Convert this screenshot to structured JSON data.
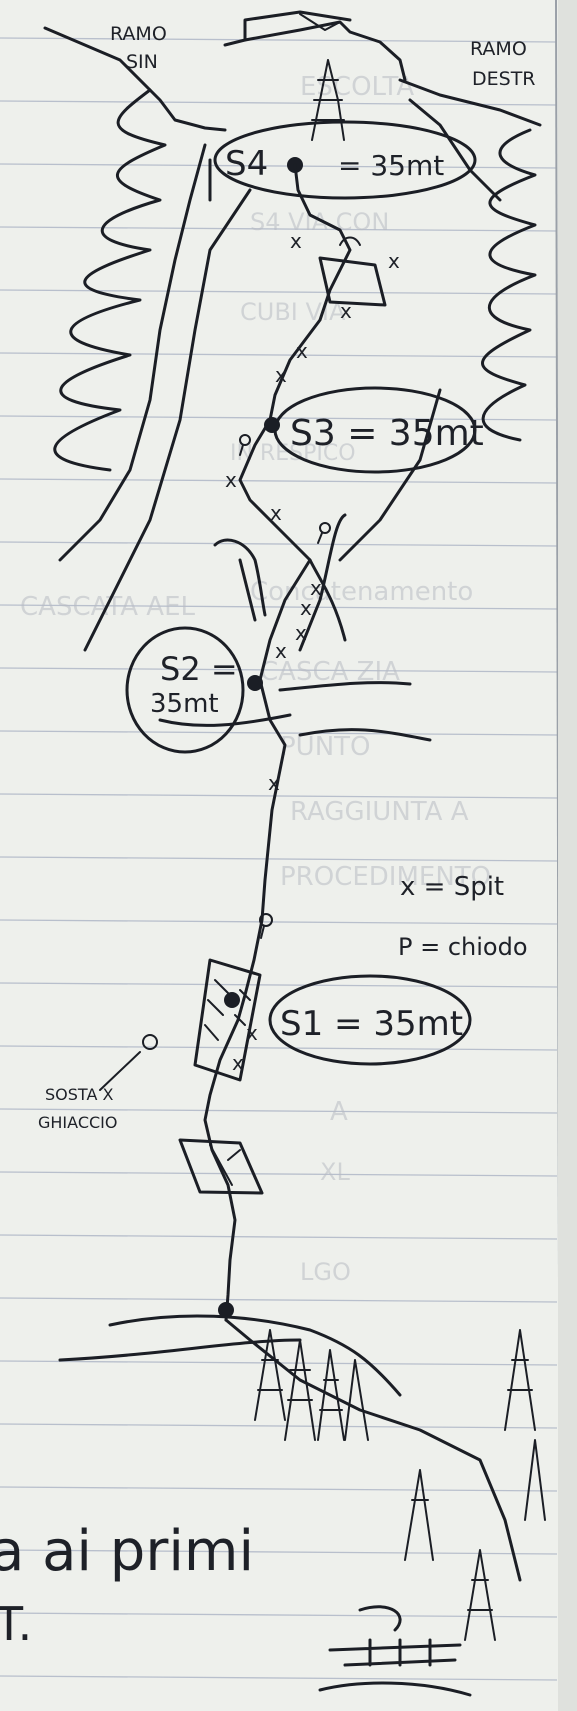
{
  "labels": {
    "ramo_sinistro": [
      "RAMO",
      "SIN"
    ],
    "ramo_destro": [
      "RAMO",
      "DESTR"
    ],
    "s4": "S4",
    "s4_length": "= 35mt",
    "s3": "S3 = 35mt",
    "s2": "S2 =",
    "s2_length": "35mt",
    "s1": "S1 = 35mt",
    "ice_belay": [
      "SOSTA X",
      "GHIACCIO"
    ],
    "legend_spit": "x = Spit",
    "legend_chiodo": "P = chiodo",
    "bottom_text": "a ai primi",
    "bottom_text_2": "T."
  },
  "ghost_text": [
    "ESCOLTA",
    "S4 VIA CON",
    "CUBI VIA",
    "IN RESPICO",
    "CASCATA AEL",
    "Concatenamento",
    "CASCA ZIA",
    "PUNTO",
    "RAGGIUNTA A",
    "PROCEDIMENTO",
    "A",
    "XL",
    "LGO"
  ],
  "colors": {
    "ink": "#1b1e25",
    "paper": "#eef0ec",
    "ruling": "#b8bfcc",
    "ghost": "#b9bcc4"
  }
}
